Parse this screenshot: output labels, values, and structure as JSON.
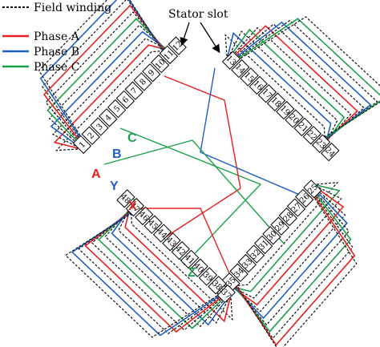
{
  "colors": {
    "field": "#111111",
    "phase_a": "#e8201f",
    "phase_b": "#1d5fc4",
    "phase_c": "#1aa04a"
  },
  "legend": [
    {
      "key": "field",
      "label": "Field winding",
      "style": "dashed"
    },
    {
      "key": "phase_a",
      "label": "Phase A",
      "style": "solid"
    },
    {
      "key": "phase_b",
      "label": "Phase B",
      "style": "solid"
    },
    {
      "key": "phase_c",
      "label": "Phase C",
      "style": "solid"
    }
  ],
  "callout": "Stator slot",
  "terminals": [
    {
      "label": "A",
      "color": "#e8201f"
    },
    {
      "label": "B",
      "color": "#1d5fc4"
    },
    {
      "label": "C",
      "color": "#1aa04a"
    },
    {
      "label": "X",
      "color": "#e8201f"
    },
    {
      "label": "Y",
      "color": "#1d5fc4"
    },
    {
      "label": "Z",
      "color": "#1aa04a"
    }
  ],
  "slot_groups": [
    [
      "1",
      "2",
      "3",
      "4",
      "5",
      "6",
      "7",
      "8",
      "9",
      "10",
      "11",
      "12"
    ],
    [
      "13",
      "14",
      "15",
      "16",
      "17",
      "18",
      "19",
      "20",
      "21",
      "22",
      "23",
      "24"
    ],
    [
      "25",
      "26",
      "27",
      "28",
      "29",
      "30",
      "31",
      "32",
      "33",
      "34",
      "35",
      "36"
    ],
    [
      "37",
      "38",
      "39",
      "40",
      "41",
      "42",
      "43",
      "44",
      "45",
      "46",
      "47",
      "48"
    ]
  ]
}
